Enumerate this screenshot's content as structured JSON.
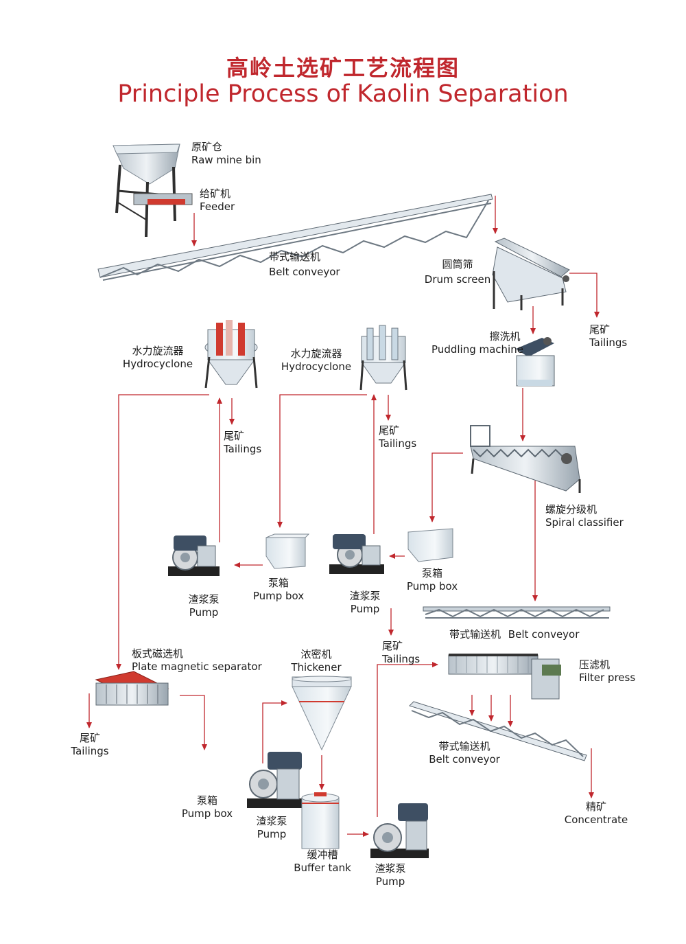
{
  "title": {
    "cn": "高岭土选矿工艺流程图",
    "en": "Principle Process of Kaolin Separation"
  },
  "equipment": {
    "raw_mine_bin": {
      "cn": "原矿仓",
      "en": "Raw mine bin"
    },
    "feeder": {
      "cn": "给矿机",
      "en": "Feeder"
    },
    "belt_conveyor_1": {
      "cn": "带式输送机",
      "en": "Belt conveyor"
    },
    "drum_screen": {
      "cn": "圆筒筛",
      "en": "Drum screen"
    },
    "tailings_1": {
      "cn": "尾矿",
      "en": "Tailings"
    },
    "puddling_machine": {
      "cn": "擦洗机",
      "en": "Puddling machine"
    },
    "hydrocyclone_1": {
      "cn": "水力旋流器",
      "en": "Hydrocyclone"
    },
    "hydrocyclone_2": {
      "cn": "水力旋流器",
      "en": "Hydrocyclone"
    },
    "tailings_2": {
      "cn": "尾矿",
      "en": "Tailings"
    },
    "tailings_3": {
      "cn": "尾矿",
      "en": "Tailings"
    },
    "spiral_classifier": {
      "cn": "螺旋分级机",
      "en": "Spiral classifier"
    },
    "pump_1": {
      "cn": "渣浆泵",
      "en": "Pump"
    },
    "pump_box_1": {
      "cn": "泵箱",
      "en": "Pump box"
    },
    "pump_2": {
      "cn": "渣浆泵",
      "en": "Pump"
    },
    "pump_box_2": {
      "cn": "泵箱",
      "en": "Pump box"
    },
    "belt_conveyor_2": {
      "cn": "带式输送机",
      "en": "Belt conveyor"
    },
    "tailings_4": {
      "cn": "尾矿",
      "en": "Tailings"
    },
    "filter_press": {
      "cn": "压滤机",
      "en": "Filter press"
    },
    "plate_magnetic_separator": {
      "cn": "板式磁选机",
      "en": "Plate magnetic separator"
    },
    "thickener": {
      "cn": "浓密机",
      "en": "Thickener"
    },
    "tailings_5": {
      "cn": "尾矿",
      "en": "Tailings"
    },
    "belt_conveyor_3": {
      "cn": "带式输送机",
      "en": "Belt conveyor"
    },
    "pump_box_3": {
      "cn": "泵箱",
      "en": "Pump box"
    },
    "pump_3": {
      "cn": "渣浆泵",
      "en": "Pump"
    },
    "buffer_tank": {
      "cn": "缓冲槽",
      "en": "Buffer tank"
    },
    "pump_4": {
      "cn": "渣浆泵",
      "en": "Pump"
    },
    "concentrate": {
      "cn": "精矿",
      "en": "Concentrate"
    }
  },
  "colors": {
    "title": "#c0272d",
    "flow_arrow": "#c0272d",
    "steel": "#8f9ba5",
    "panel": "#c9d9e4",
    "pump_motor": "#3e4f63",
    "pump_casing": "#d6d9dc",
    "accent_red": "#d03a2f"
  }
}
